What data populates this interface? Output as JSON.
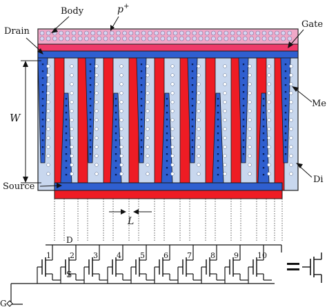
{
  "labels": {
    "body": "Body",
    "p_plus": "p",
    "p_plus_sup": "+",
    "gate": "Gate",
    "drain": "Drain",
    "width": "W",
    "metal": "Me",
    "diffusion": "Di",
    "source": "Source",
    "length": "L",
    "drain_node": "D",
    "source_node": "S",
    "gate_terminal": "G"
  },
  "finger_numbers": [
    "1",
    "2",
    "3",
    "4",
    "5",
    "6",
    "7",
    "8",
    "9",
    "10"
  ],
  "colors": {
    "diffusion": "#c8d7ee",
    "p_plus_fill": "#f0a8c8",
    "p_plus_dot": "#d6d6f2",
    "gate_bar": "#ee3b6a",
    "gate_finger": "#ee1c24",
    "metal": "#2f5fd0",
    "via": "#0a1f5a",
    "contact": "#ffffff",
    "outline": "#1a1a1a"
  }
}
